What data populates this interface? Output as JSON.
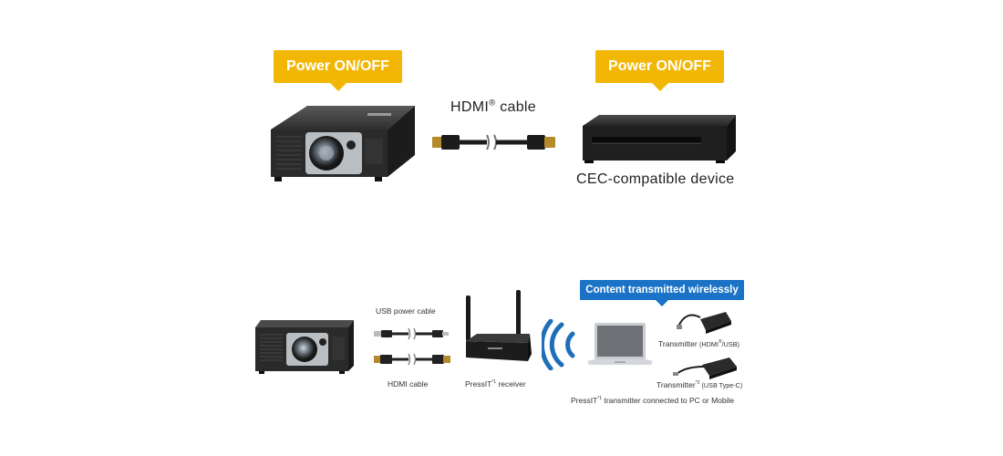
{
  "colors": {
    "callout": "#f2b705",
    "banner": "#1a73c6",
    "device": "#2c2c2c",
    "wifi": "#1f6fb8"
  },
  "top": {
    "projector_callout": "Power ON/OFF",
    "player_callout": "Power ON/OFF",
    "cable_label": {
      "text": "HDMI",
      "sup": "®",
      "tail": " cable"
    },
    "device_label": "CEC-compatible device"
  },
  "bottom": {
    "banner": "Content transmitted wirelessly",
    "usb_label": "USB power cable",
    "hdmi_label": "HDMI cable",
    "receiver_label": {
      "text": "PressIT",
      "sup": "*1",
      "tail": " receiver"
    },
    "transmitter1_label": {
      "text": "Transmitter ",
      "small_open": "(HDMI",
      "sup": "®",
      "small_close": "/USB)"
    },
    "transmitter2_label": {
      "text": "Transmitter",
      "sup": "*2",
      "small": " (USB Type-C)"
    },
    "connection_label": {
      "text": "PressIT",
      "sup": "*1",
      "tail": " transmitter connected to PC or Mobile"
    }
  },
  "icons": [
    "projector-icon",
    "hdmi-cable-icon",
    "bluray-player-icon",
    "usb-cable-icon",
    "router-icon",
    "wifi-waves-icon",
    "laptop-icon",
    "transmitter-icon"
  ]
}
